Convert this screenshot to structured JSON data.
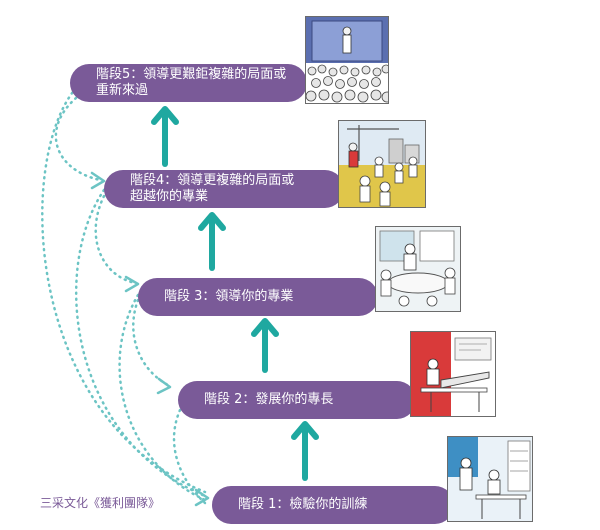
{
  "stages": [
    {
      "label": "階段 1：檢驗你的訓練"
    },
    {
      "label": "階段 2：發展你的專長"
    },
    {
      "label": "階段 3：領導你的專業"
    },
    {
      "label": "階段4：領導更複雜的局面或\n超越你的專業"
    },
    {
      "label": "階段5：領導更艱鉅複雜的局面或\n重新來過"
    }
  ],
  "credit": "三采文化《獲利團隊》",
  "colors": {
    "bar": "#7a5a98",
    "arrow": "#1fa8a0",
    "dotted": "#6cc4c4",
    "accent_red": "#d93a3a",
    "accent_yellow": "#e0c64a",
    "accent_blue": "#5b6fb0"
  }
}
